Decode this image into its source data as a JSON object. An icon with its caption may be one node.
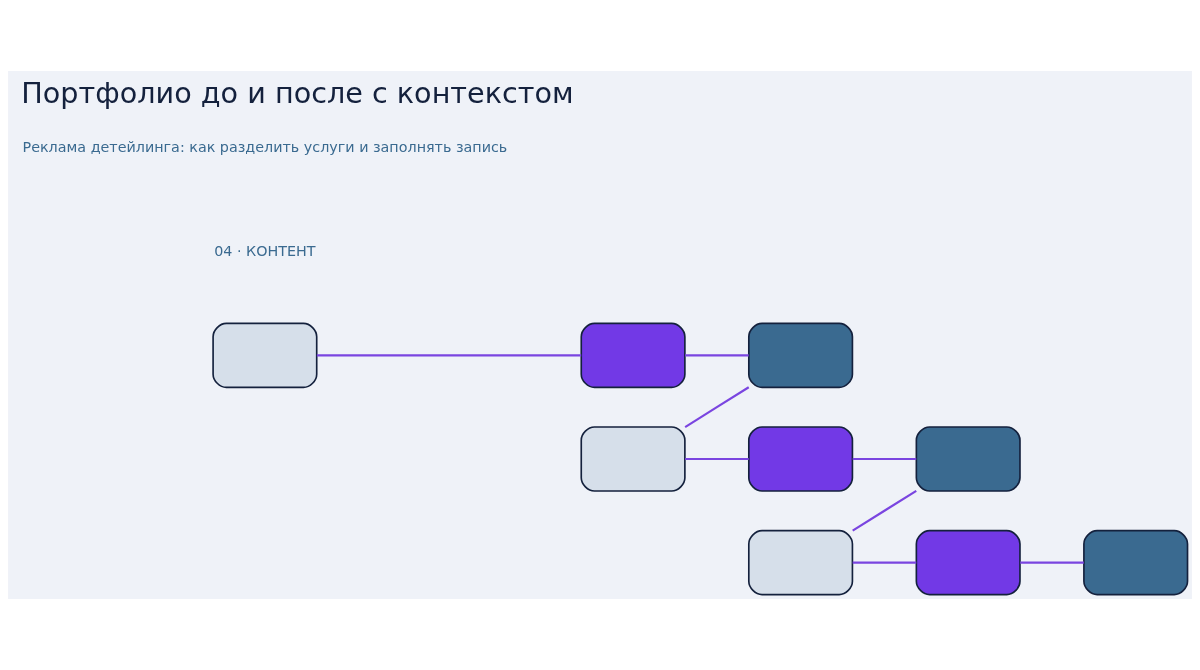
{
  "diagram": {
    "title": "Портфолио до и после с контекстом",
    "nodes": [
      {
        "text": [],
        "shape": "box"
      },
      {
        "text": [],
        "shape": "box"
      },
      {
        "text": [],
        "shape": "box"
      },
      {
        "text": [],
        "shape": "box"
      },
      {
        "text": [],
        "shape": "box"
      },
      {
        "text": [],
        "shape": "box"
      },
      {
        "text": [],
        "shape": "box"
      },
      {
        "text": [],
        "shape": "box"
      },
      {
        "text": [],
        "shape": "box"
      }
    ],
    "edges": [
      {
        "from": 0,
        "to": 1,
        "arrow": "none"
      },
      {
        "from": 1,
        "to": 2,
        "arrow": "none"
      },
      {
        "from": 3,
        "to": 2,
        "arrow": "none"
      },
      {
        "from": 3,
        "to": 4,
        "arrow": "none"
      },
      {
        "from": 4,
        "to": 5,
        "arrow": "none"
      },
      {
        "from": 6,
        "to": 5,
        "arrow": "none"
      },
      {
        "from": 6,
        "to": 7,
        "arrow": "none"
      },
      {
        "from": 7,
        "to": 8,
        "arrow": "none"
      }
    ],
    "labels": [
      "04 · КОНТЕНТ",
      "Реклама детейлинга: как разделить услуги и заполнять запись"
    ]
  }
}
